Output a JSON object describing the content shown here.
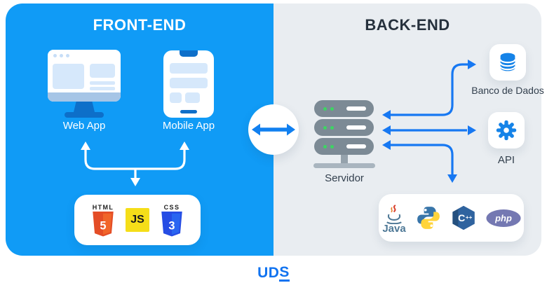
{
  "frontend": {
    "title": "FRONT-END",
    "web_app_label": "Web App",
    "mobile_app_label": "Mobile App",
    "badges": {
      "html_caption": "HTML",
      "html_number": "5",
      "js_label": "JS",
      "css_caption": "CSS",
      "css_number": "3"
    }
  },
  "backend": {
    "title": "BACK-END",
    "server_label": "Servidor",
    "database_label": "Banco de Dados",
    "api_label": "API",
    "languages": {
      "java_label": "Java",
      "cpp_letter": "C",
      "cpp_plus": "++",
      "php_label": "php"
    }
  },
  "footer": {
    "logo_prefix": "UD",
    "logo_underlined": "S"
  },
  "icons": {
    "web_app": "monitor-icon",
    "mobile_app": "smartphone-icon",
    "exchange": "double-headed-arrow-icon",
    "branch_arrows": "split-arrow",
    "server": "server-stack-icon",
    "database": "database-cylinder-icon",
    "api": "gear-icon",
    "html5": "html5-shield-logo",
    "javascript": "js-square-logo",
    "css3": "css3-shield-logo",
    "java": "java-coffee-cup-logo",
    "python": "python-two-snakes-logo",
    "cpp": "cpp-hexagon-logo",
    "php": "php-ellipse-logo"
  },
  "colors": {
    "frontend_panel": "#109BF6",
    "backend_panel": "#E9EDF1",
    "arrow_blue": "#1778F2",
    "title_dark": "#26313D",
    "label_dark": "#33404E",
    "server_gray": "#7C8A95",
    "led_green": "#3ED463",
    "device_accent": "#0D6FC9",
    "device_fill": "#D6E8FB",
    "tile_icon_blue": "#1583E8",
    "html_orange": "#E44D26",
    "js_yellow": "#F5DE19",
    "css_blue": "#264DE4",
    "java_steel": "#4E7896",
    "python_blue": "#3875A9",
    "python_yellow": "#FFD43B",
    "cpp_blue": "#2D5E9E",
    "php_purple": "#777BB4",
    "uds_blue": "#1173F0"
  }
}
